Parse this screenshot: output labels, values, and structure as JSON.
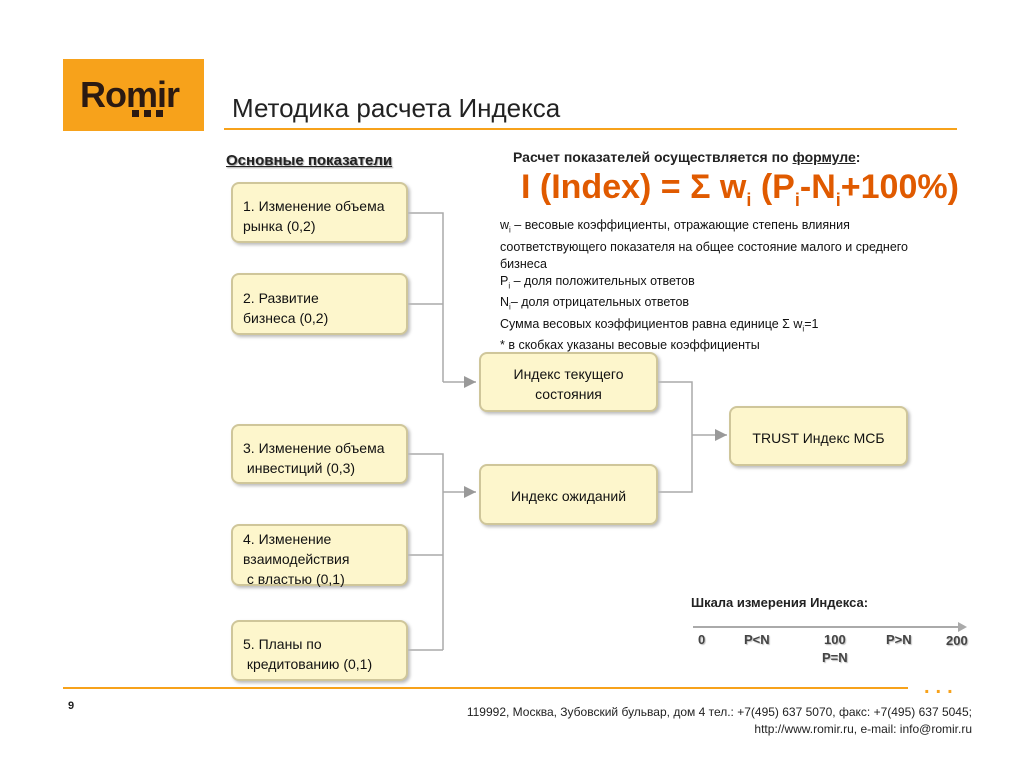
{
  "logo": {
    "text": "Romir"
  },
  "title": "Методика расчета Индекса",
  "section_label": "Основные показатели",
  "indicators": [
    {
      "lines": [
        "1. Изменение объема",
        "рынка (0,2)"
      ]
    },
    {
      "lines": [
        "2. Развитие",
        "бизнеса (0,2)"
      ]
    },
    {
      "lines": [
        "3. Изменение объема",
        " инвестиций (0,3)"
      ]
    },
    {
      "lines": [
        "4. Изменение",
        "взаимодействия",
        " с властью (0,1)"
      ]
    },
    {
      "lines": [
        "5. Планы по",
        " кредитованию (0,1)"
      ]
    }
  ],
  "sub_indices": [
    {
      "lines": [
        "Индекс текущего",
        "состояния"
      ]
    },
    {
      "lines": [
        "Индекс ожиданий"
      ]
    }
  ],
  "final_index": "TRUST Индекс МСБ",
  "formula": {
    "intro_prefix": "Расчет показателей осуществляется по ",
    "intro_link": "формуле",
    "intro_suffix": ":",
    "main": "I (Index) = Σ w",
    "sub_i": "i",
    "p_open": " (P",
    "minus_n": "-N",
    "tail": "+100%)"
  },
  "definitions": {
    "w_sym": "w",
    "w_sub": "i",
    "w_text": " – весовые коэффициенты, отражающие степень влияния",
    "w_text2": "соответствующего показателя на общее состояние малого и среднего",
    "w_text3": "бизнеса",
    "p_sym": "P",
    "p_sub": "i",
    "p_text": " – доля положительных ответов",
    "n_sym": "N",
    "n_sub": "i",
    "n_text": "– доля отрицательных ответов",
    "sum_text": "Сумма весовых коэффициентов равна единице Σ w",
    "sum_sub": "i",
    "sum_tail": "=1",
    "note": "* в скобках указаны весовые коэффициенты"
  },
  "scale": {
    "label": "Шкала измерения Индекса:",
    "ticks": {
      "zero": "0",
      "p_lt_n": "P<N",
      "hundred": "100",
      "p_eq_n": "P=N",
      "p_gt_n": "P>N",
      "two_hundred": "200"
    }
  },
  "page_number": "9",
  "footer": {
    "line1": "119992, Москва, Зубовский бульвар, дом 4   тел.: +7(495) 637 5070, факс: +7(495) 637 5045;",
    "line2": "http://www.romir.ru, e-mail: info@romir.ru"
  },
  "colors": {
    "accent": "#f7a21b",
    "formula": "#e05a00",
    "box_fill": "#fdf6cc",
    "box_border": "#cfc69a"
  },
  "bottom_dots": "..."
}
